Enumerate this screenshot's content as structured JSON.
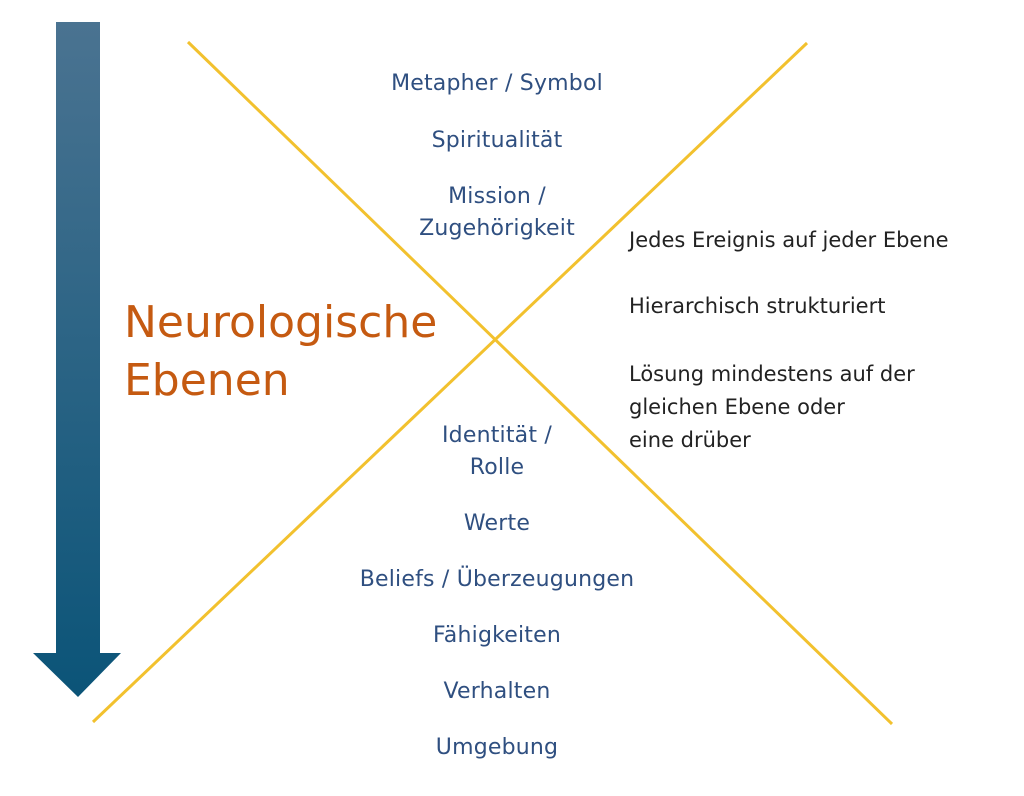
{
  "title": [
    "Neurologische",
    "Ebenen"
  ],
  "levels_top": [
    "Metapher / Symbol",
    "Spiritualität",
    "Mission /",
    "Zugehörigkeit"
  ],
  "levels_bottom": [
    "Identität /",
    "Rolle",
    "Werte",
    "Beliefs / Überzeugungen",
    "Fähigkeiten",
    "Verhalten",
    "Umgebung"
  ],
  "notes": [
    "Jedes Ereignis auf jeder Ebene",
    "Hierarchisch strukturiert",
    "Lösung mindestens auf der",
    "gleichen Ebene oder",
    "eine drüber"
  ],
  "colors": {
    "arrow_top": "#4a7391",
    "arrow_bottom": "#0b5478",
    "lines": "#f2c12e",
    "levels": "#2f4f80",
    "title": "#c55a11"
  }
}
